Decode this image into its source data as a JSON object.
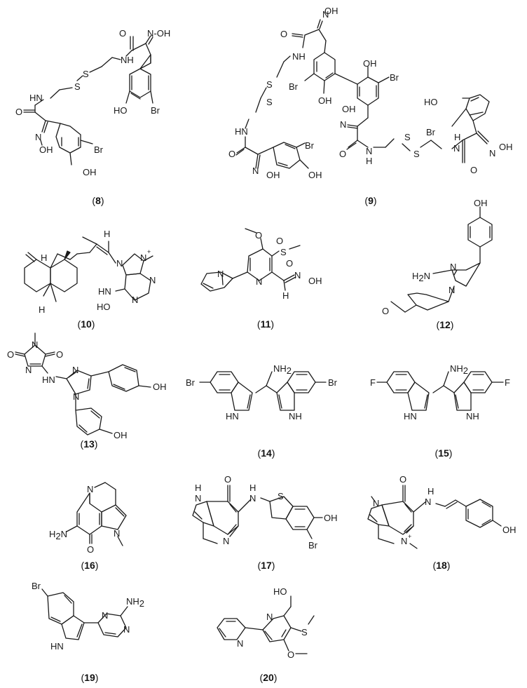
{
  "figure": {
    "compounds": [
      {
        "id": "8",
        "caption_open": "(",
        "number": "8",
        "caption_close": ")",
        "atoms": {
          "oxime_o": "O",
          "noh_top": "N-OH",
          "nh_top": "NH",
          "s1": "S",
          "s2": "S",
          "hn_left": "HN",
          "o_left": "O",
          "n_oxime_left": "N",
          "oh_oxime_left": "OH",
          "ho_ring_top": "HO",
          "br_ring_top": "Br",
          "br_ring_bottom": "Br",
          "oh_ring_bottom": "OH"
        }
      },
      {
        "id": "9",
        "caption_open": "(",
        "number": "9",
        "caption_close": ")",
        "atoms": {
          "noh_top": "N",
          "oh_top": "OH",
          "o_top": "O",
          "nh_top": "NH",
          "s1": "S",
          "s2": "S",
          "hn_left": "HN",
          "o_left": "O",
          "n_oxime_left": "N",
          "oh_oxime_left": "OH",
          "br_left_ring": "Br",
          "oh_left_ring": "OH",
          "br_biaryl_left": "Br",
          "oh_biaryl_left": "OH",
          "oh_biaryl_right": "OH",
          "br_biaryl_right": "Br",
          "oh_mid": "OH",
          "n_mid": "N",
          "o_mid": "O",
          "nh_mid": "N",
          "h_mid": "H",
          "s3": "S",
          "s4": "S",
          "nh_right": "N",
          "h_right": "H",
          "o_right": "O",
          "n_oxime_right": "N",
          "oh_oxime_right": "OH",
          "ho_right_ring": "HO",
          "br_right_ring": "Br"
        }
      },
      {
        "id": "10",
        "caption_open": "(",
        "number": "10",
        "caption_close": ")",
        "atoms": {
          "h_top": "H",
          "h_stereo1": "H",
          "h_stereo2": "H",
          "n7": "N",
          "n9": "N",
          "n9_charge": "+",
          "n1": "N",
          "n3": "N",
          "hn": "HN",
          "ho": "HO"
        }
      },
      {
        "id": "11",
        "caption_open": "(",
        "number": "11",
        "caption_close": ")",
        "atoms": {
          "o_methoxy": "O",
          "s": "S",
          "o_s1": "O",
          "o_s2": "O",
          "n_pyr1": "N",
          "n_pyr2": "N",
          "n_oxime": "N",
          "oh": "OH",
          "h": "H"
        }
      },
      {
        "id": "12",
        "caption_open": "(",
        "number": "12",
        "caption_close": ")",
        "atoms": {
          "oh": "OH",
          "n3": "N",
          "n1": "N",
          "h2n": "H",
          "h2n_sub": "2",
          "h2n_n": "N",
          "o_methoxy": "O"
        }
      },
      {
        "id": "13",
        "caption_open": "(",
        "number": "13",
        "caption_close": ")",
        "atoms": {
          "n_methyl": "N",
          "o_left": "O",
          "o_right": "O",
          "n_ring": "N",
          "hn": "HN",
          "n_imid3": "N",
          "n_imid1": "N",
          "oh_top": "OH",
          "oh_bottom": "OH"
        }
      },
      {
        "id": "14",
        "caption_open": "(",
        "number": "14",
        "caption_close": ")",
        "atoms": {
          "nh2": "NH",
          "nh2_sub": "2",
          "br_left": "Br",
          "br_right": "Br",
          "hn_left": "HN",
          "nh_right": "NH"
        }
      },
      {
        "id": "15",
        "caption_open": "(",
        "number": "15",
        "caption_close": ")",
        "atoms": {
          "nh2": "NH",
          "nh2_sub": "2",
          "f_left": "F",
          "f_right": "F",
          "hn_left": "HN",
          "nh_right": "NH"
        }
      },
      {
        "id": "16",
        "caption_open": "(",
        "number": "16",
        "caption_close": ")",
        "atoms": {
          "n_imine": "N",
          "h2n": "H",
          "h2n_sub": "2",
          "h2n_n": "N",
          "o": "O",
          "n_methyl": "N"
        }
      },
      {
        "id": "17",
        "caption_open": "(",
        "number": "17",
        "caption_close": ")",
        "atoms": {
          "h_pyrrole": "H",
          "n_pyrrole": "N",
          "o": "O",
          "h_amine": "H",
          "n_amine": "N",
          "s": "S",
          "oh": "OH",
          "br": "Br",
          "n_imine": "N"
        }
      },
      {
        "id": "18",
        "caption_open": "(",
        "number": "18",
        "caption_close": ")",
        "atoms": {
          "n_methyl": "N",
          "o": "O",
          "h_amine": "H",
          "n_amine": "N",
          "oh": "OH",
          "n_plus": "N",
          "n_plus_charge": "+"
        }
      },
      {
        "id": "19",
        "caption_open": "(",
        "number": "19",
        "caption_close": ")",
        "atoms": {
          "br": "Br",
          "nh2": "NH",
          "nh2_sub": "2",
          "n_pyr1": "N",
          "n_pyr2": "N",
          "hn": "HN"
        }
      },
      {
        "id": "20",
        "caption_open": "(",
        "number": "20",
        "caption_close": ")",
        "atoms": {
          "ho": "HO",
          "n_pyr1": "N",
          "s": "S",
          "n_pyr2": "N",
          "o_methoxy": "O"
        }
      }
    ]
  }
}
